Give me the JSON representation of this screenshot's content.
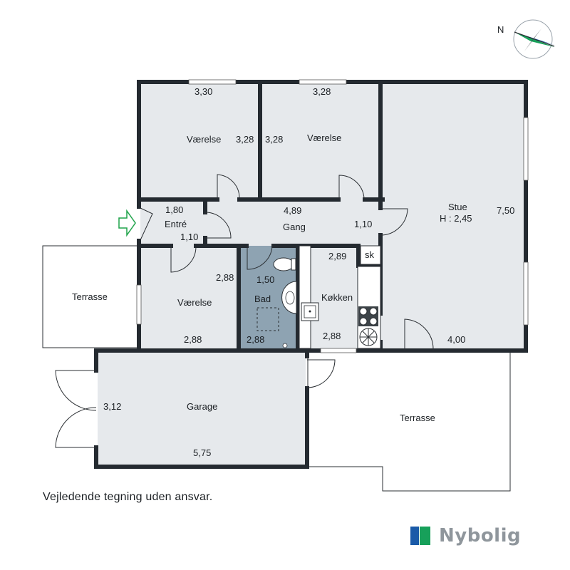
{
  "compass": {
    "label": "N"
  },
  "rooms": {
    "vaerelse1": {
      "name": "Værelse",
      "dim_top": "3,30",
      "dim_side": "3,28"
    },
    "vaerelse2": {
      "name": "Værelse",
      "dim_top": "3,28",
      "dim_side": "3,28"
    },
    "stue": {
      "name": "Stue",
      "height": "H : 2,45",
      "dim_side": "7,50",
      "dim_bottom": "4,00"
    },
    "entre": {
      "name": "Entré",
      "dim_top": "1,80",
      "dim_bottom": "1,10"
    },
    "gang": {
      "name": "Gang",
      "dim_top": "4,89",
      "dim_right": "1,10"
    },
    "vaerelse3": {
      "name": "Værelse",
      "dim_side": "2,88",
      "dim_bottom": "2,88"
    },
    "bad": {
      "name": "Bad",
      "dim_top": "1,50",
      "dim_bottom": "2,88"
    },
    "koekken": {
      "name": "Køkken",
      "dim_top": "2,89",
      "dim_bottom": "2,88",
      "sk": "sk"
    },
    "garage": {
      "name": "Garage",
      "dim_side": "3,12",
      "dim_bottom": "5,75"
    },
    "terrasse_left": {
      "name": "Terrasse"
    },
    "terrasse_right": {
      "name": "Terrasse"
    }
  },
  "footer": {
    "disclaimer": "Vejledende tegning uden ansvar.",
    "brand": "Nybolig"
  },
  "colors": {
    "room_fill": "#e6e9ec",
    "bathroom_fill": "#8ea3b2",
    "wall": "#242a30",
    "brand_blue": "#1a5aa8",
    "brand_green": "#17a05a",
    "entrance_arrow": "#1fa34a"
  }
}
